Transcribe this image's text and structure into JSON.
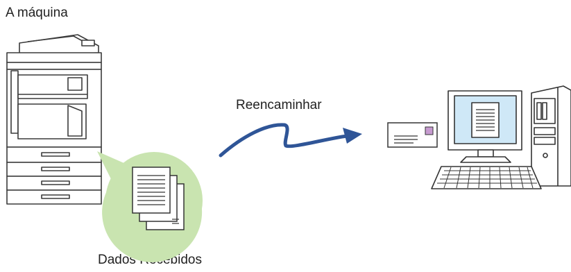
{
  "labels": {
    "machine": "A máquina",
    "forward": "Reencaminhar",
    "received_data": "Dados Recebidos"
  },
  "icons": {
    "machine": "multifunction-printer-icon",
    "documents": "documents-icon",
    "envelope": "envelope-icon",
    "computer": "desktop-computer-icon"
  },
  "colors": {
    "arrow": "#2f5597",
    "bubble": "#c9e4b0",
    "screen": "#cfe8f7",
    "outline": "#3a3a3a",
    "envelope_stamp": "#c79bd0"
  }
}
